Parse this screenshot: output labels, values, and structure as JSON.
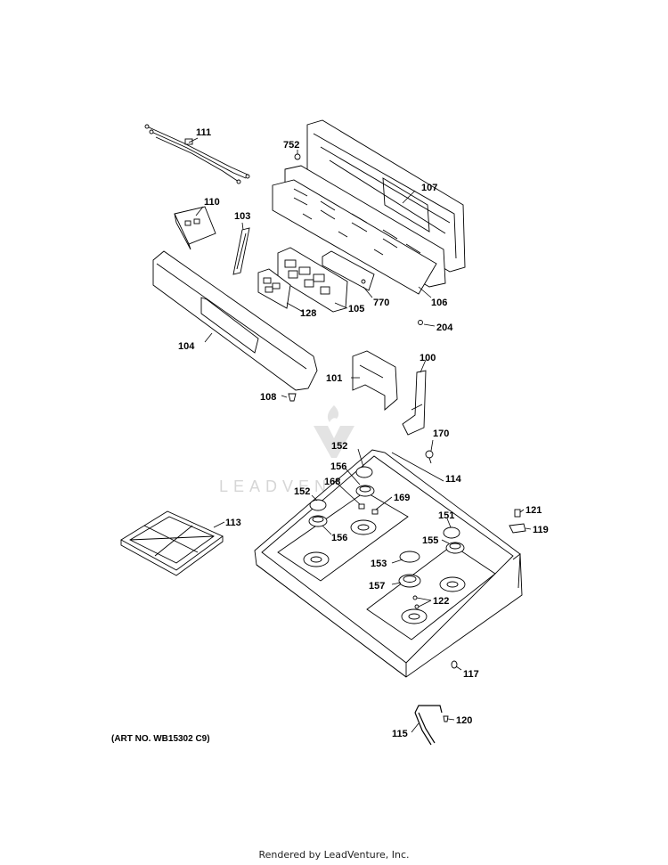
{
  "art_number": "(ART NO. WB15302 C9)",
  "footer": "Rendered by LeadVenture, Inc.",
  "watermark": "LEADVENTURE",
  "parts": {
    "p111": "111",
    "p752": "752",
    "p107": "107",
    "p110": "110",
    "p103": "103",
    "p770": "770",
    "p106": "106",
    "p128": "128",
    "p105": "105",
    "p104": "104",
    "p204": "204",
    "p101": "101",
    "p100": "100",
    "p108": "108",
    "p170": "170",
    "p152a": "152",
    "p156a": "156",
    "p114": "114",
    "p152b": "152",
    "p168": "168",
    "p169": "169",
    "p113": "113",
    "p151": "151",
    "p121": "121",
    "p119": "119",
    "p155": "155",
    "p156b": "156",
    "p153": "153",
    "p157": "157",
    "p122": "122",
    "p117": "117",
    "p120": "120",
    "p115": "115"
  }
}
